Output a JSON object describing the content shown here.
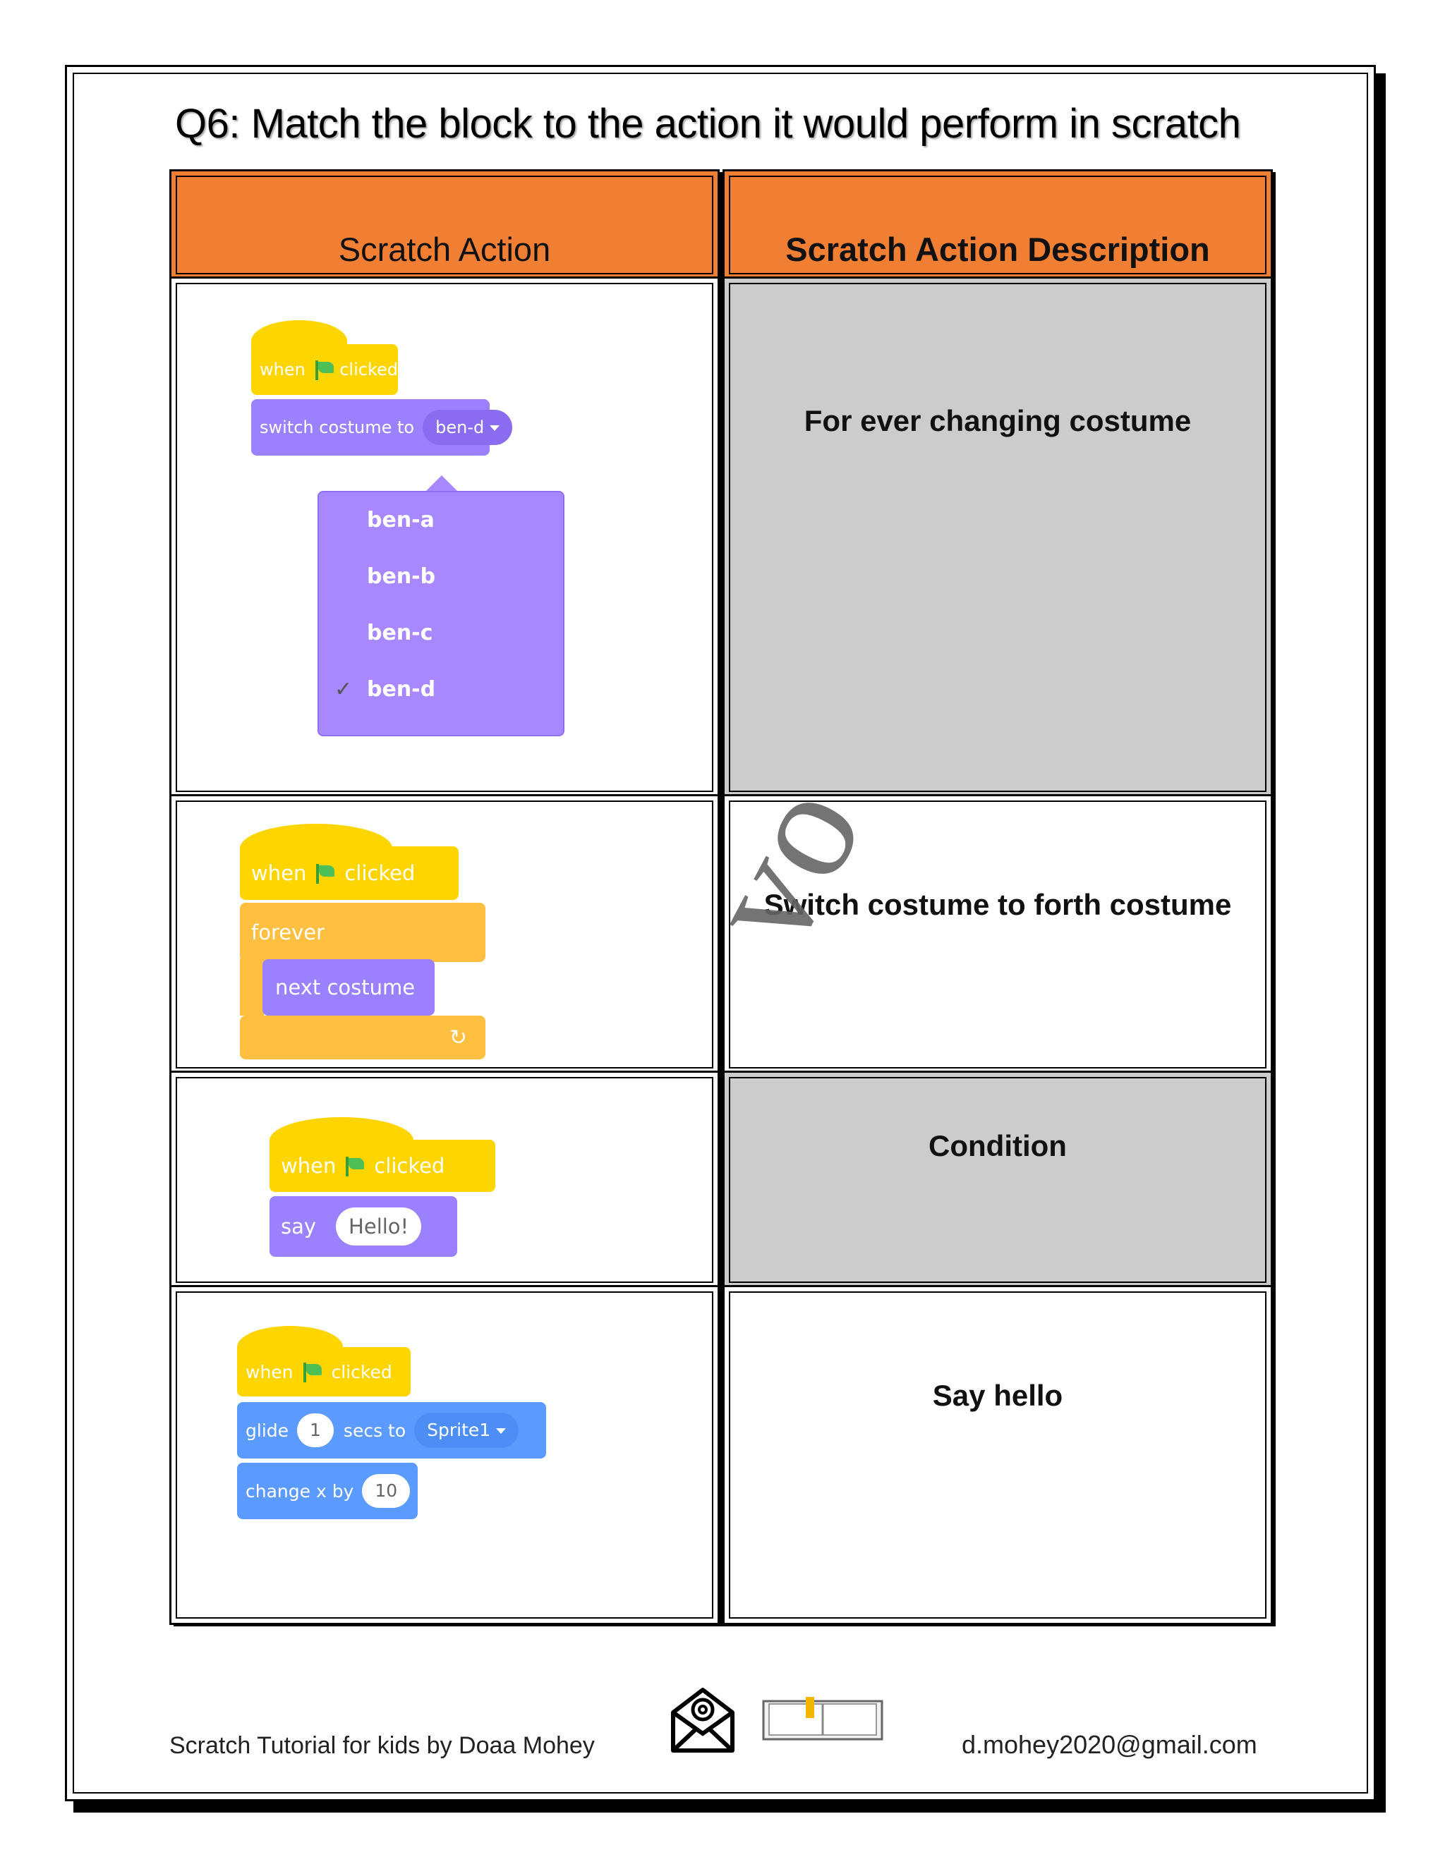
{
  "title": "Q6: Match the block to the action it would perform in scratch",
  "table": {
    "headers": [
      "Scratch Action",
      "Scratch Action Description"
    ],
    "descriptions": [
      "For ever changing costume",
      "Switch costume to forth costume",
      "Condition",
      "Say hello"
    ]
  },
  "blocks": {
    "hat_when": "when",
    "hat_clicked": "clicked",
    "switch_costume": "switch costume to",
    "switch_value": "ben-d",
    "dropdown_items": [
      "ben-a",
      "ben-b",
      "ben-c",
      "ben-d"
    ],
    "forever": "forever",
    "next_costume": "next costume",
    "say": "say",
    "say_value": "Hello!",
    "glide": "glide",
    "glide_value": "1",
    "secs_to": "secs to",
    "glide_target": "Sprite1",
    "change_x": "change x by",
    "change_value": "10"
  },
  "footer": {
    "left": "Scratch Tutorial for kids by Doaa Mohey",
    "right": "d.mohey2020@gmail.com"
  },
  "colors": {
    "header": "#f07e33",
    "gray_cell": "#cccccc",
    "events": "#ffd500",
    "looks": "#9b80ff",
    "control": "#ffbf40",
    "motion": "#5b9bff"
  }
}
